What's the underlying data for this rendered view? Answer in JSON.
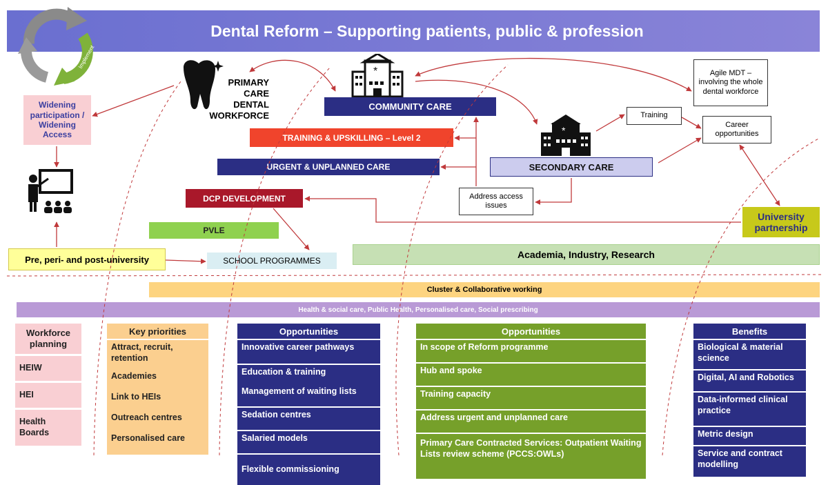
{
  "title": "Dental Reform – Supporting patients, public & profession",
  "cycle_label": "Implement",
  "top": {
    "primary_care": [
      "PRIMARY",
      "CARE",
      "DENTAL",
      "WORKFORCE"
    ],
    "community_care": "COMMUNITY CARE",
    "training_upskilling": "TRAINING & UPSKILLING – Level 2",
    "urgent_unplanned": "URGENT & UNPLANNED CARE",
    "dcp_development": "DCP DEVELOPMENT",
    "pvle": "PVLE",
    "school_programmes": "SCHOOL PROGRAMMES",
    "pre_post_university": "Pre, peri- and post-university",
    "widening": "Widening participation / Widening Access",
    "secondary_care": "SECONDARY CARE",
    "training": "Training",
    "career_opportunities": "Career opportunities",
    "agile_mdt": "Agile MDT – involving the whole dental workforce",
    "address_access": "Address access issues",
    "university_partnership": "University partnership",
    "academia": "Academia, Industry, Research"
  },
  "cluster": "Cluster & Collaborative working",
  "health_bar": "Health & social care, Public Health, Personalised care, Social prescribing",
  "columns": {
    "workforce": {
      "header": "Workforce planning",
      "items": [
        "HEIW",
        "HEI",
        "Health Boards"
      ]
    },
    "priorities": {
      "header": "Key priorities",
      "items": [
        "Attract, recruit, retention",
        "Academies",
        "Link to HEIs",
        "Outreach centres",
        "Personalised care"
      ]
    },
    "opportunities1": {
      "header": "Opportunities",
      "items": [
        "Innovative career pathways",
        "Education & training",
        "Management of waiting lists",
        "Sedation centres",
        "Salaried models",
        "Flexible commissioning"
      ]
    },
    "opportunities2": {
      "header": "Opportunities",
      "items": [
        "In scope of Reform programme",
        "Hub and spoke",
        "Training capacity",
        "Address urgent and unplanned care",
        "Primary Care Contracted Services: Outpatient Waiting Lists review scheme (PCCS:OWLs)"
      ]
    },
    "benefits": {
      "header": "Benefits",
      "items": [
        "Biological & material science",
        "Digital, AI and Robotics",
        "Data-informed clinical practice",
        "Metric design",
        "Service and contract modelling"
      ]
    }
  },
  "colors": {
    "navy": "#2b2e84",
    "olive": "#76a02a",
    "red": "#f0442c",
    "darkred": "#a9182a",
    "banner": "#7373d6",
    "arrow": "#c0393b"
  }
}
